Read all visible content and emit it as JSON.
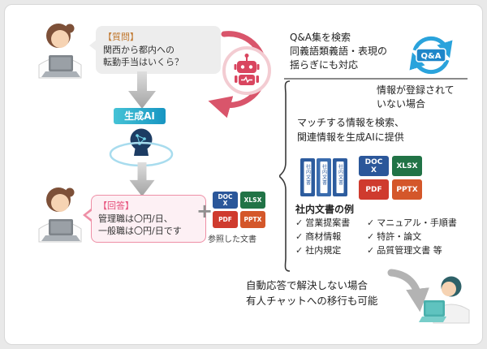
{
  "question": {
    "tag": "【質問】",
    "line1": "関西から都内への",
    "line2": "転勤手当はいくら？"
  },
  "gen_ai_label": "生成AI",
  "qa_search": {
    "line1": "Q&A集を検索",
    "line2": "同義語類義語・表現の",
    "line3": "揺らぎにも対応",
    "icon_label": "Q&A"
  },
  "not_registered": {
    "line1": "情報が登録されて",
    "line2": "いない場合"
  },
  "match": {
    "line1": "マッチする情報を検索、",
    "line2": "関連情報を生成AIに提供"
  },
  "documents": {
    "book_label": "社内文書",
    "file_types": [
      {
        "line1": "DOC",
        "line2": "X",
        "color": "#2b579a"
      },
      {
        "line1": "XLSX",
        "line2": "",
        "color": "#217346"
      },
      {
        "line1": "PDF",
        "line2": "",
        "color": "#cf3b2e"
      },
      {
        "line1": "PPTX",
        "line2": "",
        "color": "#d4572a"
      }
    ]
  },
  "examples": {
    "title": "社内文書の例",
    "bullet": "✓",
    "col1": [
      "営業提案書",
      "商材情報",
      "社内規定"
    ],
    "col2": [
      "マニュアル・手順書",
      "特許・論文",
      "品質管理文書 等"
    ]
  },
  "answer": {
    "tag": "【回答】",
    "line1": "管理職は〇円/日、",
    "line2": "一般職は〇円/日です"
  },
  "plus_sign": "+",
  "referenced_docs_label": "参照した文書",
  "handoff": {
    "line1": "自動応答で解決しない場合",
    "line2": "有人チャットへの移行も可能"
  },
  "colors": {
    "accent_red": "#d9556b",
    "accent_teal": "#1795c2",
    "accent_blue": "#2aa3dc",
    "answer_pink": "#e8537a"
  }
}
